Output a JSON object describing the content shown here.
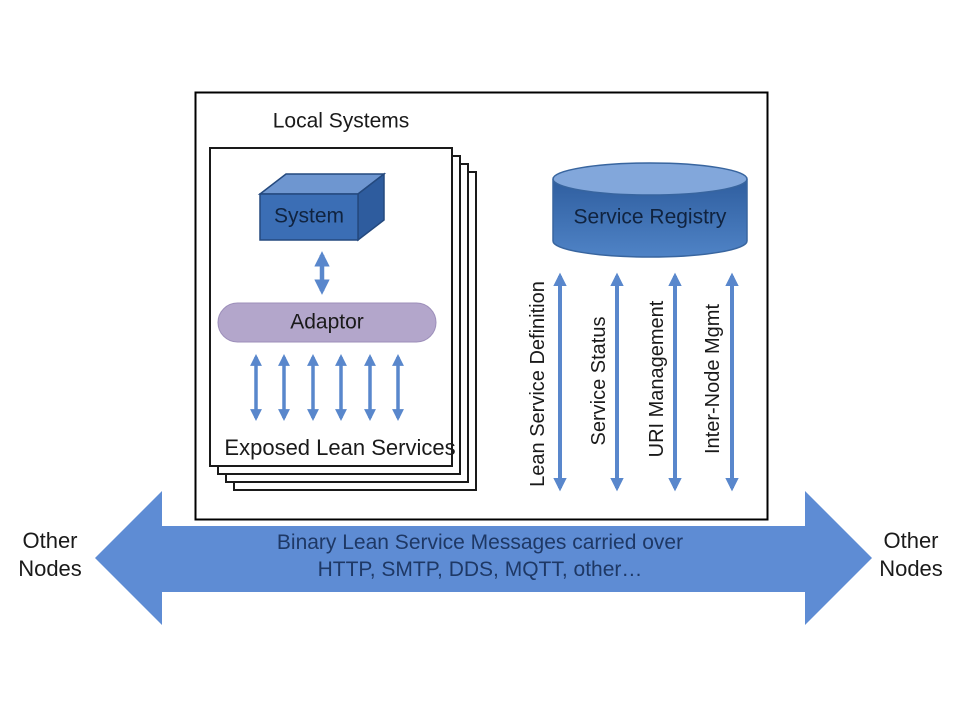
{
  "colors": {
    "arrow": "#5987CC",
    "bus_fill": "#5E8CD4",
    "bus_text": "#1E3865",
    "box_front": "#3B6EB5",
    "box_top": "#6E96D0",
    "box_side": "#2E5C9E",
    "box_edge": "#24497E",
    "cylinder_top": "#82A7DB",
    "cylinder_body_top": "#2F5E9F",
    "cylinder_body_bottom": "#4F83C6",
    "cylinder_edge": "#38659F",
    "adaptor_fill": "#B3A6CB",
    "adaptor_edge": "#9D8FBA",
    "page_stroke": "#1a1a1a",
    "dark_label": "#10233f"
  },
  "local_systems": {
    "title": "Local Systems",
    "system": "System",
    "adaptor": "Adaptor",
    "exposed": "Exposed Lean Services"
  },
  "registry": {
    "label": "Service Registry",
    "channels": [
      {
        "label": "Lean Service Definition"
      },
      {
        "label": "Service Status"
      },
      {
        "label": "URI Management"
      },
      {
        "label": "Inter-Node Mgmt"
      }
    ]
  },
  "bus": {
    "line1": "Binary Lean Service Messages carried over",
    "line2": "HTTP, SMTP, DDS, MQTT, other…"
  },
  "nodes": {
    "left_line1": "Other",
    "left_line2": "Nodes",
    "right_line1": "Other",
    "right_line2": "Nodes"
  }
}
